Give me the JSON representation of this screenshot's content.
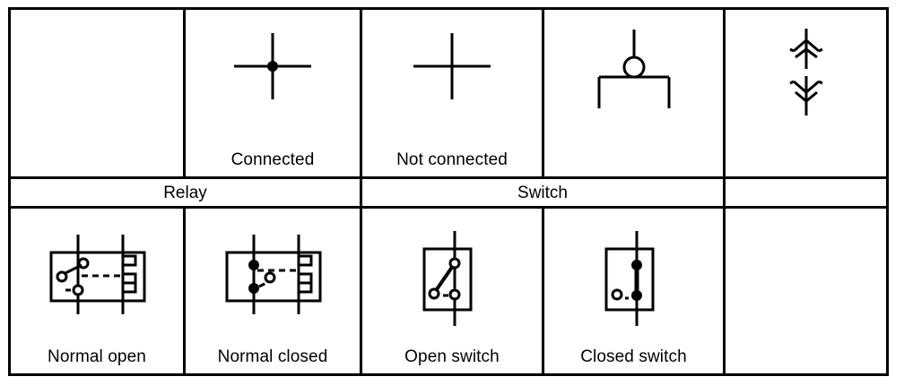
{
  "diagram": {
    "title": "Electrical schematic symbols reference table",
    "columns": 5,
    "rows": 3
  },
  "row_top": {
    "cells": [
      {
        "label": "",
        "symbol": "blank",
        "empty": true
      },
      {
        "label": "Connected",
        "symbol": "connected-junction-icon"
      },
      {
        "label": "Not connected",
        "symbol": "not-connected-crossing-icon"
      },
      {
        "label": "",
        "symbol": "push-button-icon"
      },
      {
        "label": "",
        "symbol": "antenna-pair-icon"
      }
    ]
  },
  "row_group": {
    "cells": [
      {
        "label": "Relay",
        "span": 2
      },
      {
        "label": "Switch",
        "span": 2
      },
      {
        "label": "",
        "span": 1,
        "empty": true
      }
    ]
  },
  "row_bottom": {
    "cells": [
      {
        "label": "Normal open",
        "symbol": "relay-normally-open-icon"
      },
      {
        "label": "Normal closed",
        "symbol": "relay-normally-closed-icon"
      },
      {
        "label": "Open switch",
        "symbol": "switch-open-icon"
      },
      {
        "label": "Closed switch",
        "symbol": "switch-closed-icon"
      },
      {
        "label": "",
        "symbol": "blank",
        "empty": true
      }
    ]
  },
  "colors": {
    "ink": "#000000",
    "paper": "#ffffff"
  }
}
